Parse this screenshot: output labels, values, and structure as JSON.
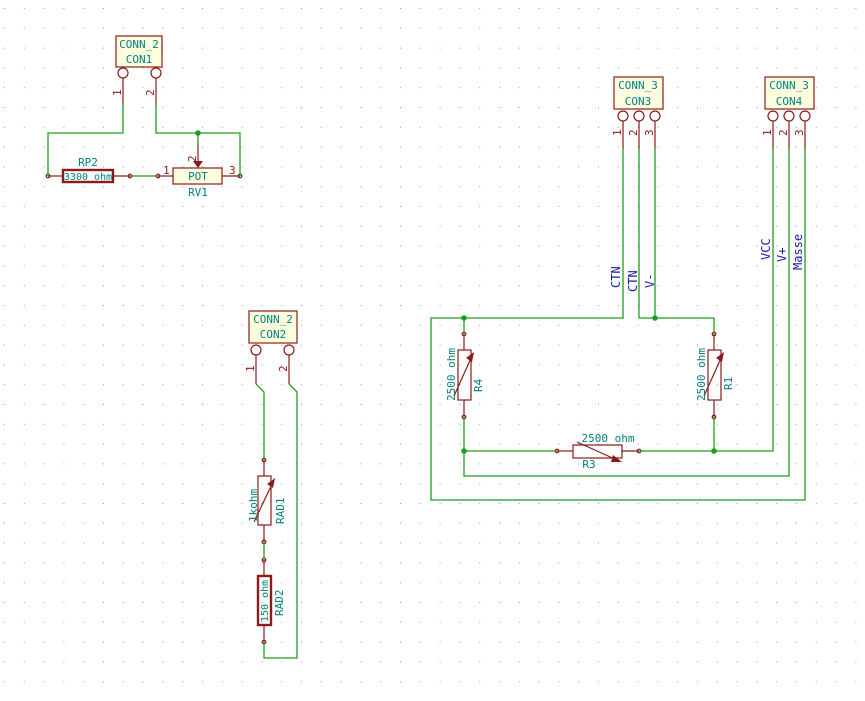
{
  "colors": {
    "wire": "#1f9e1f",
    "component": "#8b1a1a",
    "reference_text": "#008080",
    "net_label": "#1a1aa6",
    "grid_dot": "#9a9a9a",
    "background": "#ffffff"
  },
  "components": {
    "con1": {
      "value": "CONN_2",
      "ref": "CON1",
      "pins": [
        "1",
        "2"
      ]
    },
    "con2": {
      "value": "CONN_2",
      "ref": "CON2",
      "pins": [
        "1",
        "2"
      ]
    },
    "con3": {
      "value": "CONN_3",
      "ref": "CON3",
      "pins": [
        "1",
        "2",
        "3"
      ]
    },
    "con4": {
      "value": "CONN_3",
      "ref": "CON4",
      "pins": [
        "1",
        "2",
        "3"
      ]
    },
    "rp2": {
      "ref": "RP2",
      "value": "3300 ohm"
    },
    "rv1": {
      "value": "POT",
      "ref": "RV1",
      "pins": [
        "1",
        "2",
        "3"
      ]
    },
    "r4": {
      "value": "2500 ohm",
      "ref": "R4"
    },
    "r1": {
      "value": "2500 ohm",
      "ref": "R1"
    },
    "r3": {
      "value": "2500 ohm",
      "ref": "R3"
    },
    "rad1": {
      "value": "1kohm",
      "ref": "RAD1"
    },
    "rad2": {
      "value": "150 ohm",
      "ref": "RAD2"
    }
  },
  "net_labels": {
    "con3_pin1": "CTN",
    "con3_pin2": "CTN",
    "con3_pin3": "V-",
    "con4_pin1": "VCC",
    "con4_pin2": "V+",
    "con4_pin3": "Masse"
  }
}
